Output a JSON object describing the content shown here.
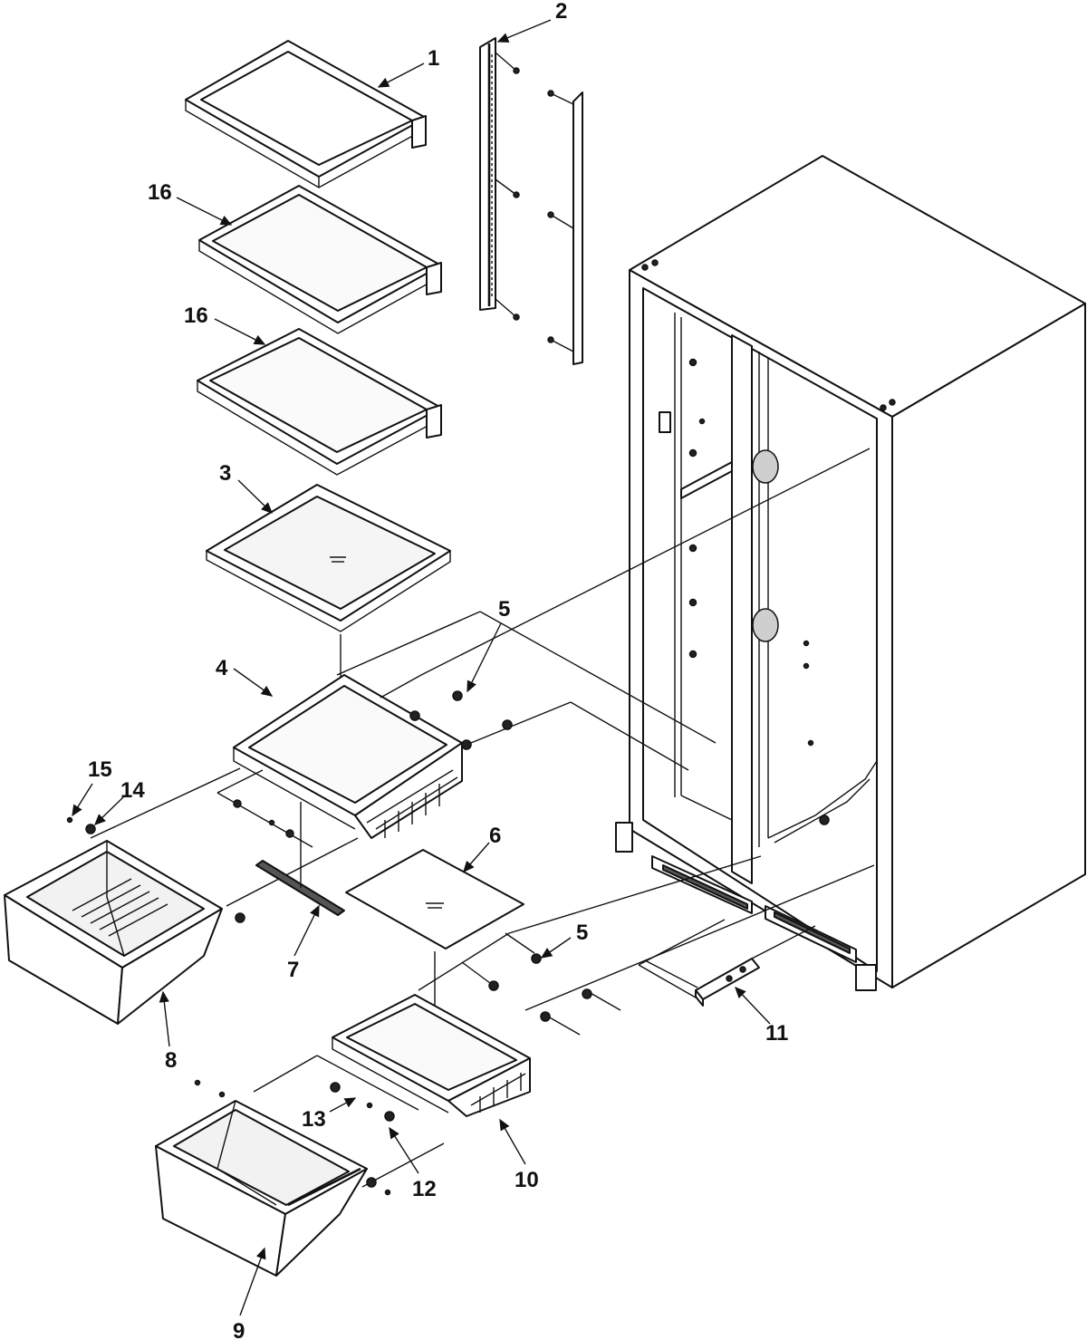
{
  "diagram": {
    "callouts": {
      "c1": "1",
      "c2": "2",
      "c3": "3",
      "c4": "4",
      "c5a": "5",
      "c5b": "5",
      "c6": "6",
      "c7": "7",
      "c8": "8",
      "c9": "9",
      "c10": "10",
      "c11": "11",
      "c12": "12",
      "c13": "13",
      "c14": "14",
      "c15": "15",
      "c16a": "16",
      "c16b": "16"
    }
  }
}
